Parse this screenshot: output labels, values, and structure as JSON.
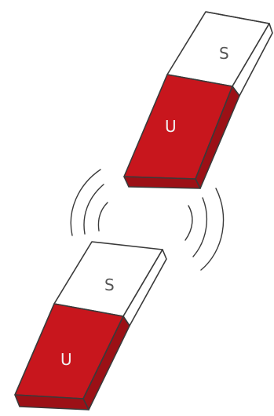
{
  "magnets": [
    {
      "id": "upper",
      "top_pole": "S",
      "bottom_pole": "U"
    },
    {
      "id": "lower",
      "top_pole": "S",
      "bottom_pole": "U"
    }
  ],
  "colors": {
    "red_pole": "#c8161d",
    "red_pole_side": "#9c1016",
    "white_pole": "#ffffff",
    "outline": "#3a3a3a",
    "label_on_white": "#555555",
    "label_on_red": "#f2f2f2",
    "background": "#ffffff"
  },
  "icons": {
    "field_lines": "magnetic-field-arc-lines"
  }
}
